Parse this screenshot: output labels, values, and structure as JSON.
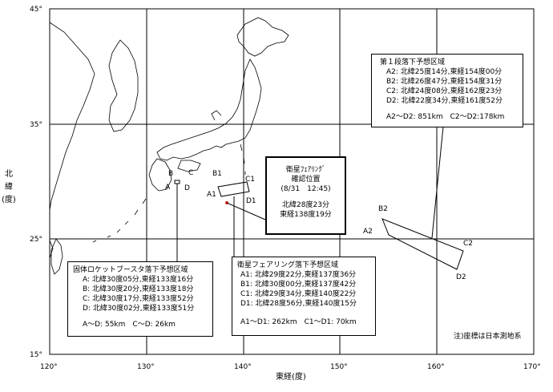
{
  "axes": {
    "lat_ticks": [
      "45°",
      "35°",
      "25°",
      "15°"
    ],
    "lon_ticks": [
      "120°",
      "130°",
      "140°",
      "150°",
      "160°",
      "170°"
    ],
    "lat_label_chars": [
      "北",
      "緯",
      "(度)"
    ],
    "lon_label": "東経(度)"
  },
  "points": {
    "B": "B",
    "C": "C",
    "A": "A",
    "D": "D",
    "B1": "B1",
    "C1": "C1",
    "A1": "A1",
    "D1": "D1",
    "B2": "B2",
    "A2": "A2",
    "C2": "C2",
    "D2": "D2"
  },
  "fairing": {
    "title1": "衛星ﾌｪｱﾘﾝｸﾞ",
    "title2": "確認位置",
    "time": "(8/31　12:45)",
    "lat": "北緯28度23分",
    "lon": "東経138度19分"
  },
  "stage1": {
    "title": "第１段落下予想区域",
    "lines": [
      "A2: 北緯25度14分,東経154度00分",
      "B2: 北緯26度47分,東経154度31分",
      "C2: 北緯24度08分,東経162度23分",
      "D2: 北緯22度34分,東経161度52分"
    ],
    "dist": "A2～D2: 851km　C2～D2:178km"
  },
  "booster": {
    "title": "固体ロケットブースタ落下予想区域",
    "lines": [
      "A: 北緯30度05分,東経133度16分",
      "B: 北緯30度20分,東経133度18分",
      "C: 北緯30度17分,東経133度52分",
      "D: 北緯30度02分,東経133度51分"
    ],
    "dist": "A～D: 55km　C～D: 26km"
  },
  "fairing_zone": {
    "title": "衛星フェアリング落下予想区域",
    "lines": [
      "A1: 北緯29度22分,東経137度36分",
      "B1: 北緯30度00分,東経137度42分",
      "C1: 北緯29度34分,東経140度22分",
      "D1: 北緯28度56分,東経140度15分"
    ],
    "dist": "A1～D1: 262km　C1～D1: 70km"
  },
  "note": "注)座標は日本測地系"
}
